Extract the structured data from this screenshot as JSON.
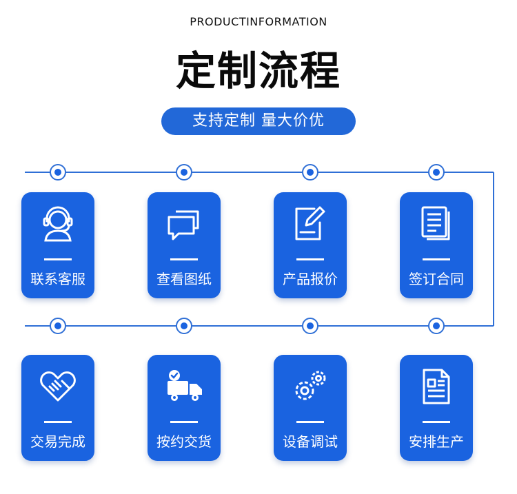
{
  "header": {
    "subtitle_en": "PRODUCTINFORMATION",
    "title": "定制流程",
    "tagline": "支持定制  量大价优"
  },
  "steps": [
    {
      "label": "联系客服",
      "icon": "customer-service-icon"
    },
    {
      "label": "查看图纸",
      "icon": "chat-bubbles-icon"
    },
    {
      "label": "产品报价",
      "icon": "edit-document-icon"
    },
    {
      "label": "签订合同",
      "icon": "contract-icon"
    },
    {
      "label": "交易完成",
      "icon": "handshake-icon"
    },
    {
      "label": "按约交货",
      "icon": "delivery-truck-icon"
    },
    {
      "label": "设备调试",
      "icon": "gears-icon"
    },
    {
      "label": "安排生产",
      "icon": "production-document-icon"
    }
  ],
  "colors": {
    "accent": "#1a63e0",
    "pill": "#2268d8",
    "line": "#2f6fd6"
  }
}
